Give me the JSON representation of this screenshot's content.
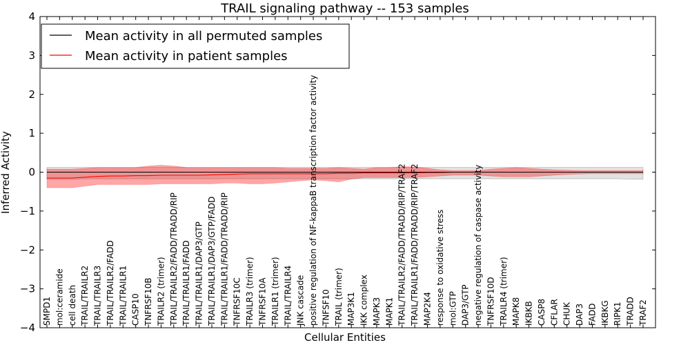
{
  "chart_data": {
    "type": "line",
    "title": "TRAIL signaling pathway -- 153 samples",
    "xlabel": "Cellular Entities",
    "ylabel": "Inferred Activity",
    "ylim": [
      -4,
      4
    ],
    "yticks": [
      4,
      3,
      2,
      1,
      0,
      -1,
      -2,
      -3,
      -4
    ],
    "ytick_labels": [
      "4",
      "3",
      "2",
      "1",
      "0",
      "−1",
      "−2",
      "−3",
      "−4"
    ],
    "grid": false,
    "legend_position": "top-left",
    "categories": [
      "SMPD1",
      "mol:ceramide",
      "cell death",
      "TRAIL/TRAILR2",
      "TRAIL/TRAILR3",
      "TRAIL/TRAILR2/FADD",
      "TRAIL/TRAILR1",
      "CASP10",
      "TNFRSF10B",
      "TRAILR2 (trimer)",
      "TRAIL/TRAILR2/FADD/TRADD/RIP",
      "TRAIL/TRAILR1/FADD",
      "TRAIL/TRAILR1/DAP3/GTP",
      "TRAIL/TRAILR1/DAP3/GTP/FADD",
      "TRAIL/TRAILR1/FADD/TRADD/RIP",
      "TNFRSF10C",
      "TRAILR3 (trimer)",
      "TNFRSF10A",
      "TRAILR1 (trimer)",
      "TRAIL/TRAILR4",
      "JNK cascade",
      "positive regulation of NF-kappaB transcription factor activity",
      "TNFSF10",
      "TRAIL (trimer)",
      "MAP3K1",
      "IKK complex",
      "MAPK3",
      "MAPK1",
      "TRAIL/TRAILR2/FADD/TRADD/RIP/TRAF2",
      "TRAIL/TRAILR1/FADD/TRADD/RIP/TRAF2",
      "MAP2K4",
      "response to oxidative stress",
      "mol:GTP",
      "DAP3/GTP",
      "negative regulation of caspase activity",
      "TNFRSF10D",
      "TRAILR4 (trimer)",
      "MAPK8",
      "IKBKB",
      "CASP8",
      "CFLAR",
      "CHUK",
      "DAP3",
      "FADD",
      "IKBKG",
      "RIPK1",
      "TRADD",
      "TRAF2"
    ],
    "series": [
      {
        "name": "Mean activity in all permuted samples",
        "color": "#000000",
        "values": [
          0,
          0,
          0,
          0,
          0,
          0,
          0,
          0,
          0,
          0,
          0,
          0,
          0,
          0,
          0,
          0,
          0,
          0,
          0,
          0,
          0,
          0,
          0,
          0,
          0,
          0,
          0,
          0,
          0,
          0,
          0,
          0,
          0,
          0,
          0,
          0,
          0,
          0,
          0,
          0,
          0,
          0,
          0,
          0,
          0,
          0,
          0,
          0
        ],
        "band_low": [
          -0.18,
          -0.18,
          -0.18,
          -0.17,
          -0.17,
          -0.17,
          -0.17,
          -0.17,
          -0.17,
          -0.17,
          -0.17,
          -0.17,
          -0.17,
          -0.17,
          -0.17,
          -0.17,
          -0.17,
          -0.17,
          -0.17,
          -0.17,
          -0.17,
          -0.17,
          -0.17,
          -0.17,
          -0.17,
          -0.17,
          -0.17,
          -0.17,
          -0.17,
          -0.17,
          -0.17,
          -0.17,
          -0.17,
          -0.17,
          -0.17,
          -0.17,
          -0.17,
          -0.17,
          -0.17,
          -0.17,
          -0.17,
          -0.17,
          -0.17,
          -0.17,
          -0.17,
          -0.17,
          -0.18,
          -0.18
        ],
        "band_high": [
          0.12,
          0.12,
          0.12,
          0.12,
          0.12,
          0.12,
          0.12,
          0.12,
          0.12,
          0.12,
          0.12,
          0.12,
          0.12,
          0.12,
          0.12,
          0.12,
          0.12,
          0.12,
          0.12,
          0.12,
          0.12,
          0.12,
          0.12,
          0.12,
          0.12,
          0.12,
          0.12,
          0.12,
          0.12,
          0.12,
          0.12,
          0.12,
          0.12,
          0.12,
          0.12,
          0.12,
          0.12,
          0.12,
          0.12,
          0.12,
          0.12,
          0.12,
          0.12,
          0.12,
          0.12,
          0.12,
          0.12,
          0.12
        ]
      },
      {
        "name": "Mean activity in patient samples",
        "color": "#ff0000",
        "values": [
          -0.15,
          -0.15,
          -0.15,
          -0.13,
          -0.11,
          -0.1,
          -0.1,
          -0.09,
          -0.09,
          -0.08,
          -0.08,
          -0.08,
          -0.08,
          -0.07,
          -0.06,
          -0.05,
          -0.04,
          -0.04,
          -0.04,
          -0.04,
          -0.04,
          -0.04,
          -0.04,
          -0.03,
          -0.03,
          -0.02,
          -0.02,
          -0.02,
          -0.02,
          -0.02,
          -0.01,
          -0.01,
          0,
          0,
          0,
          0,
          0,
          0,
          0,
          0,
          0,
          0,
          0,
          0,
          0,
          0,
          0,
          0
        ],
        "band_low": [
          -0.4,
          -0.4,
          -0.4,
          -0.36,
          -0.32,
          -0.32,
          -0.32,
          -0.32,
          -0.32,
          -0.3,
          -0.3,
          -0.3,
          -0.3,
          -0.3,
          -0.28,
          -0.28,
          -0.3,
          -0.3,
          -0.28,
          -0.25,
          -0.22,
          -0.2,
          -0.22,
          -0.25,
          -0.18,
          -0.14,
          -0.14,
          -0.14,
          -0.14,
          -0.14,
          -0.12,
          -0.1,
          -0.08,
          -0.08,
          -0.08,
          -0.1,
          -0.12,
          -0.12,
          -0.12,
          -0.1,
          -0.08,
          -0.06,
          -0.05,
          -0.04,
          -0.04,
          -0.04,
          -0.04,
          -0.04
        ],
        "band_high": [
          0.08,
          0.08,
          0.08,
          0.1,
          0.12,
          0.12,
          0.12,
          0.12,
          0.16,
          0.18,
          0.16,
          0.12,
          0.12,
          0.12,
          0.12,
          0.12,
          0.12,
          0.12,
          0.12,
          0.1,
          0.1,
          0.1,
          0.1,
          0.12,
          0.1,
          0.08,
          0.12,
          0.12,
          0.14,
          0.14,
          0.1,
          0.06,
          0.04,
          0.04,
          0.04,
          0.08,
          0.1,
          0.12,
          0.1,
          0.08,
          0.06,
          0.05,
          0.04,
          0.04,
          0.04,
          0.04,
          0.04,
          0.04
        ]
      }
    ]
  }
}
